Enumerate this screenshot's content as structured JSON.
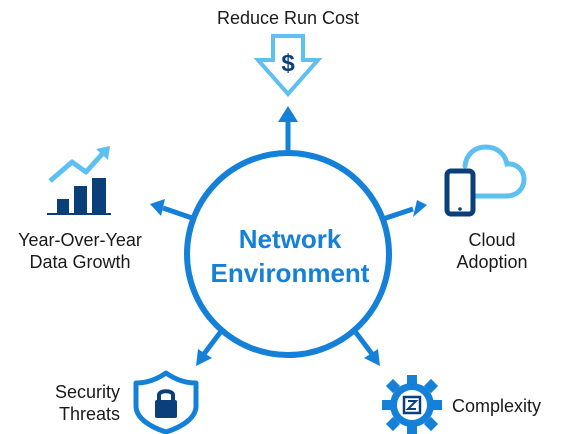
{
  "center": {
    "line1": "Network",
    "line2": "Environment"
  },
  "factors": {
    "top": {
      "label": "Reduce Run Cost",
      "icon": "dollar-down-arrow-icon",
      "symbol": "$"
    },
    "left": {
      "line1": "Year-Over-Year",
      "line2": "Data Growth",
      "icon": "growth-bar-chart-icon"
    },
    "right": {
      "line1": "Cloud",
      "line2": "Adoption",
      "icon": "phone-cloud-icon"
    },
    "bottom_left": {
      "line1": "Security",
      "line2": "Threats",
      "icon": "shield-lock-icon"
    },
    "bottom_right": {
      "label": "Complexity",
      "icon": "gear-chip-icon"
    }
  },
  "colors": {
    "primary": "#1580d8",
    "dark": "#0a3f7a",
    "light": "#5cc0f0",
    "text": "#1a1a1a"
  }
}
